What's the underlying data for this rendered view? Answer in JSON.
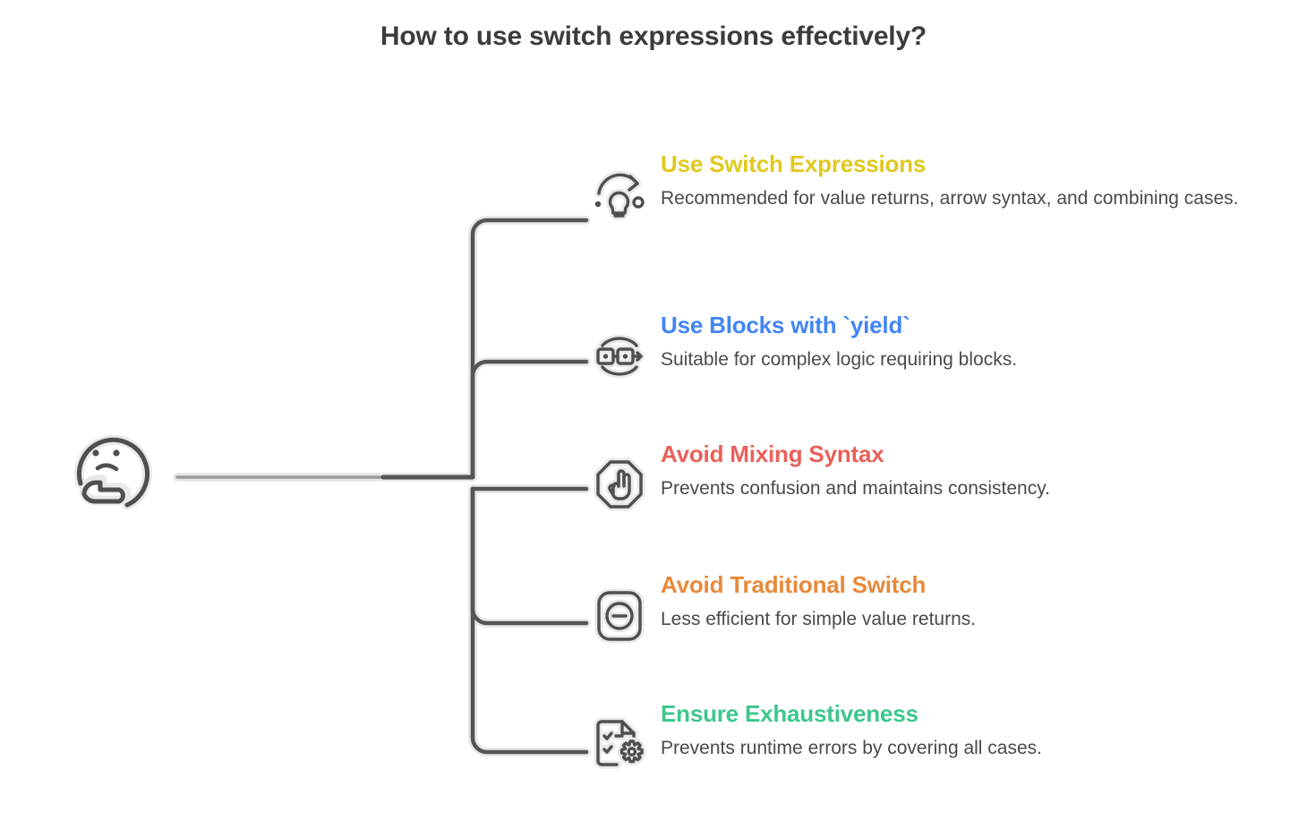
{
  "page": {
    "title": "How to use switch expressions effectively?",
    "background": "#ffffff",
    "title_color": "#3c3c3c"
  },
  "center_node": {
    "icon": "thinking-face-icon",
    "label": ""
  },
  "connector": {
    "color": "#4d4d4d",
    "halo_color": "#e8e8e8"
  },
  "branches": [
    {
      "title": "Use Switch Expressions",
      "desc": "Recommended for value returns, arrow syntax, and combining cases.",
      "color": "#E0C81E",
      "icon": "lightbulb-refresh-icon"
    },
    {
      "title": "Use Blocks with `yield`",
      "desc": "Suitable for complex logic requiring blocks.",
      "color": "#4285F4",
      "icon": "blocks-flow-arrow-icon"
    },
    {
      "title": "Avoid Mixing Syntax",
      "desc": "Prevents confusion and maintains consistency.",
      "color": "#E8605A",
      "icon": "stop-hand-octagon-icon"
    },
    {
      "title": "Avoid Traditional Switch",
      "desc": "Less efficient for simple value returns.",
      "color": "#E8893A",
      "icon": "minus-circle-square-icon"
    },
    {
      "title": "Ensure Exhaustiveness",
      "desc": "Prevents runtime errors by covering all cases.",
      "color": "#3CC78D",
      "icon": "checklist-gear-icon"
    }
  ]
}
